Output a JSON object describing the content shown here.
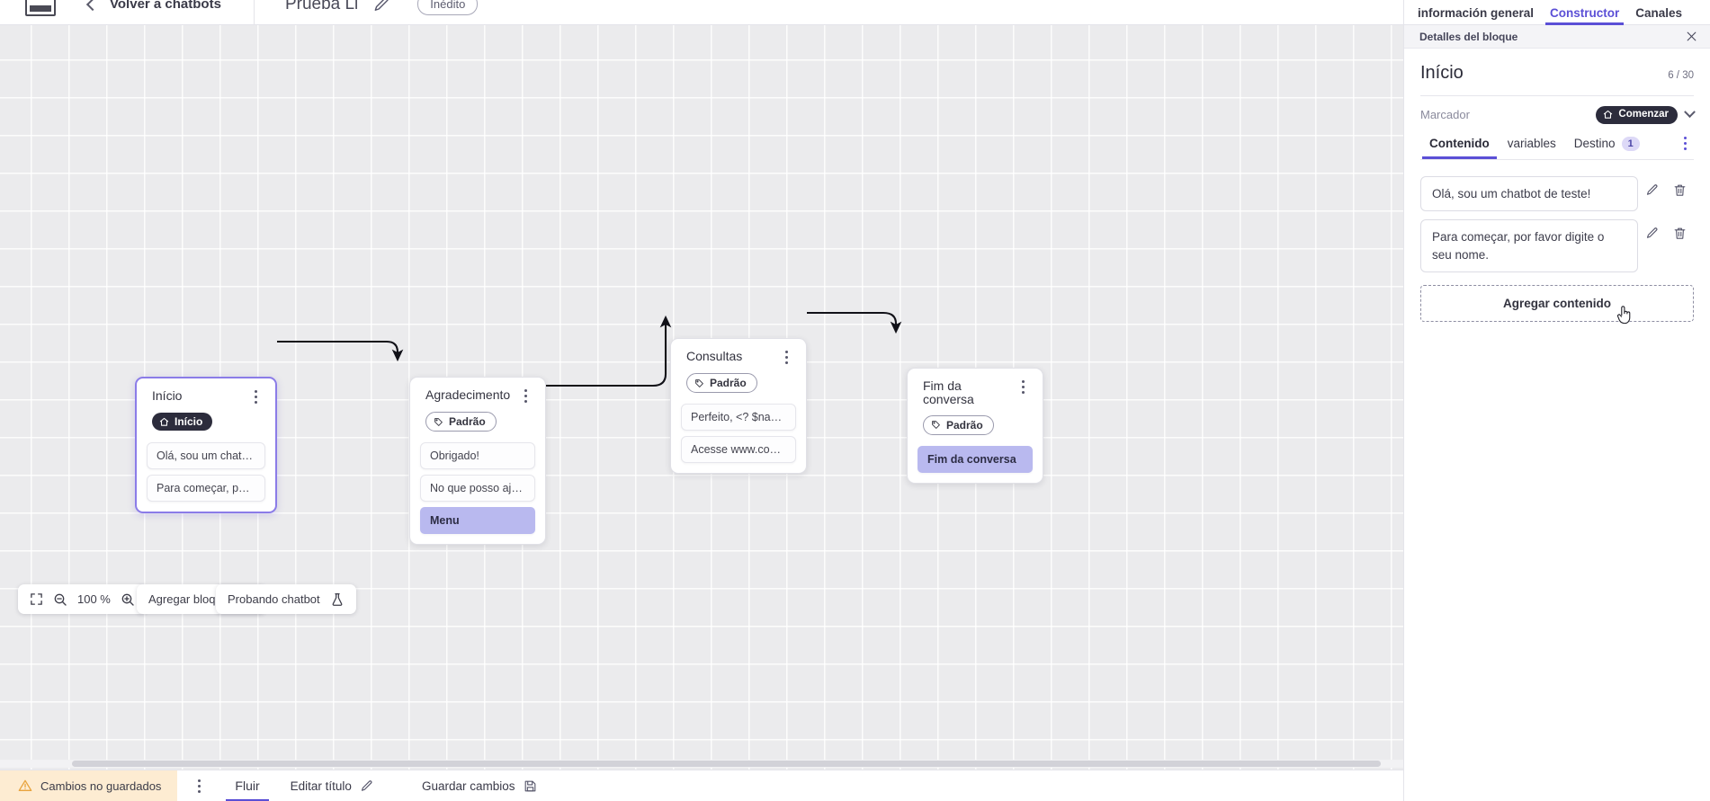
{
  "topbar": {
    "logo_name": "via-logo",
    "back_label": "Volver a chatbots",
    "bot_title": "Prueba Li",
    "edit_icon": "pencil-icon",
    "status_badge": "Inédito"
  },
  "canvas": {
    "zoom_level": "100 %",
    "fit_icon": "fit-screen-icon",
    "zoom_out_icon": "zoom-out-icon",
    "zoom_in_icon": "zoom-in-icon",
    "add_block_label": "Agregar bloque",
    "add_block_icon": "add-block-icon",
    "test_chatbot_label": "Probando chatbot",
    "test_chatbot_icon": "flask-icon",
    "nodes": [
      {
        "id": "inicio",
        "title": "Início",
        "tag": "Início",
        "tag_style": "dark",
        "tag_icon": "home-icon",
        "selected": true,
        "items": [
          {
            "text": "Olá, sou um chatbot de teste!",
            "accent": false
          },
          {
            "text": "Para começar, por favor digite o ...",
            "accent": false
          }
        ]
      },
      {
        "id": "agradecimento",
        "title": "Agradecimento",
        "tag": "Padrão",
        "tag_style": "outline",
        "tag_icon": "tag-icon",
        "selected": false,
        "items": [
          {
            "text": "Obrigado!",
            "accent": false
          },
          {
            "text": "No que posso ajudar, <? $name ...",
            "accent": false
          },
          {
            "text": "Menu",
            "accent": true
          }
        ]
      },
      {
        "id": "consultas",
        "title": "Consultas",
        "tag": "Padrão",
        "tag_style": "outline",
        "tag_icon": "tag-icon",
        "selected": false,
        "items": [
          {
            "text": "Perfeito, <? $name ?>!",
            "accent": false
          },
          {
            "text": "Acesse www.consultas.com par...",
            "accent": false
          }
        ]
      },
      {
        "id": "fim",
        "title": "Fim da conversa",
        "tag": "Padrão",
        "tag_style": "outline",
        "tag_icon": "tag-icon",
        "selected": false,
        "items": [
          {
            "text": "Fim da conversa",
            "accent": true
          }
        ]
      }
    ]
  },
  "statusbar": {
    "unsaved_label": "Cambios no guardados",
    "warning_icon": "warning-triangle-icon",
    "kebab_icon": "kebab-menu-icon",
    "tab_flow": "Fluir",
    "edit_title_label": "Editar título",
    "edit_title_icon": "pencil-icon",
    "save_label": "Guardar cambios",
    "save_icon": "save-disk-icon"
  },
  "panel": {
    "tabs": [
      {
        "label": "información general",
        "active": false
      },
      {
        "label": "Constructor",
        "active": true
      },
      {
        "label": "Canales",
        "active": false
      }
    ],
    "subheader": "Detalles del bloque",
    "close_icon": "close-icon",
    "block_title": "Início",
    "block_count": "6 / 30",
    "marcador_label": "Marcador",
    "marcador_badge": "Comenzar",
    "marcador_badge_icon": "home-icon",
    "marcador_chevron_icon": "chevron-down-icon",
    "inner_tabs": [
      {
        "label": "Contenido",
        "active": true,
        "count": null
      },
      {
        "label": "variables",
        "active": false,
        "count": null
      },
      {
        "label": "Destino",
        "active": false,
        "count": "1"
      }
    ],
    "inner_tabs_kebab_icon": "kebab-menu-icon",
    "content_rows": [
      {
        "text": "Olá, sou um chatbot de teste!",
        "edit_icon": "pencil-icon",
        "delete_icon": "trash-icon"
      },
      {
        "text": "Para começar, por favor digite o seu nome.",
        "edit_icon": "pencil-icon",
        "delete_icon": "trash-icon"
      }
    ],
    "add_content_label": "Agregar contenido"
  },
  "colors": {
    "accent_purple": "#5b4fd6",
    "node_accent": "#b9b9ef",
    "dark_tag": "#2c2c3c",
    "canvas_bg": "#ebebed",
    "unsaved_bg": "#fdecd2"
  }
}
